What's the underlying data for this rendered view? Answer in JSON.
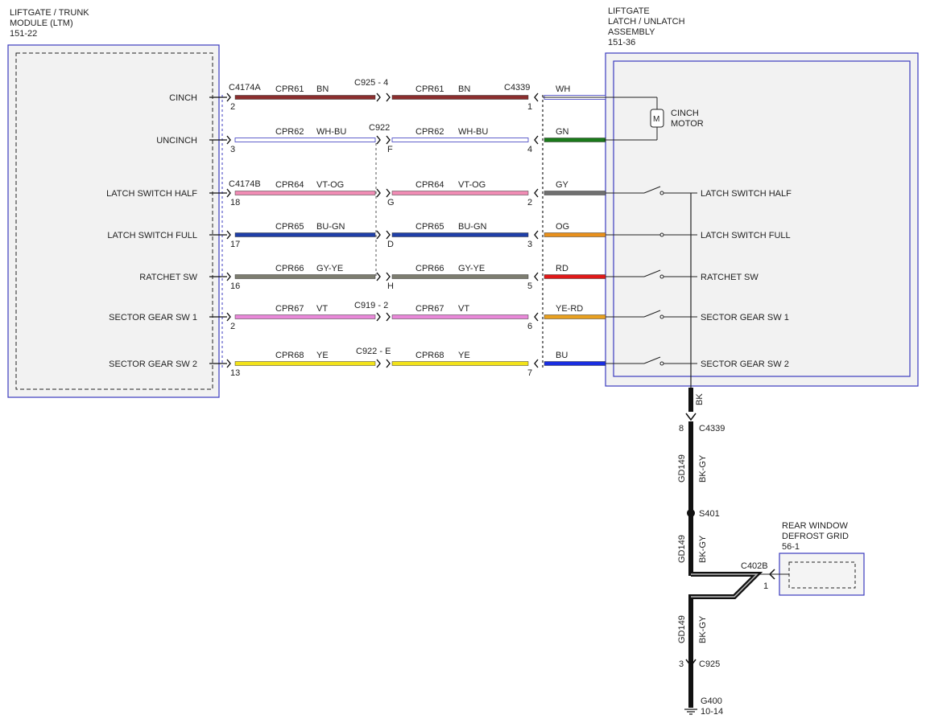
{
  "ltm": {
    "title1": "LIFTGATE / TRUNK",
    "title2": "MODULE (LTM)",
    "ref": "151-22"
  },
  "latch": {
    "title1": "LIFTGATE",
    "title2": "LATCH / UNLATCH",
    "title3": "ASSEMBLY",
    "ref": "151-36"
  },
  "defrost": {
    "title1": "REAR WINDOW",
    "title2": "DEFROST GRID",
    "ref": "56-1",
    "pin": "1",
    "connector": "C402B"
  },
  "motor": {
    "symbol": "M",
    "label1": "CINCH",
    "label2": "MOTOR"
  },
  "connectors": {
    "c4174a": "C4174A",
    "c4174b": "C4174B",
    "c925_4": "C925  - 4",
    "c922": "C922",
    "c919_2": "C919  - 2",
    "c922_e": "C922 - E",
    "c4339": "C4339"
  },
  "circuits": [
    {
      "module_label": "CINCH",
      "ltm_pin": "2",
      "circuit": "CPR61",
      "color_code": "BN",
      "inline_pin": "",
      "latch_pin": "1",
      "latch_wire": "WH",
      "switch_label": "",
      "wire_hex": "#8b2e2e",
      "latch_hex": "#ffffff"
    },
    {
      "module_label": "UNCINCH",
      "ltm_pin": "3",
      "circuit": "CPR62",
      "color_code": "WH-BU",
      "inline_pin": "F",
      "latch_pin": "4",
      "latch_wire": "GN",
      "switch_label": "",
      "wire_hex": "#ffffff",
      "latch_hex": "#1a7a1a"
    },
    {
      "module_label": "LATCH SWITCH HALF",
      "ltm_pin": "18",
      "circuit": "CPR64",
      "color_code": "VT-OG",
      "inline_pin": "G",
      "latch_pin": "2",
      "latch_wire": "GY",
      "switch_label": "LATCH SWITCH HALF",
      "wire_hex": "#f08cb4",
      "latch_hex": "#707070"
    },
    {
      "module_label": "LATCH SWITCH FULL",
      "ltm_pin": "17",
      "circuit": "CPR65",
      "color_code": "BU-GN",
      "inline_pin": "D",
      "latch_pin": "3",
      "latch_wire": "OG",
      "switch_label": "LATCH SWITCH FULL",
      "wire_hex": "#1f3fa8",
      "latch_hex": "#e8901c"
    },
    {
      "module_label": "RATCHET SW",
      "ltm_pin": "16",
      "circuit": "CPR66",
      "color_code": "GY-YE",
      "inline_pin": "H",
      "latch_pin": "5",
      "latch_wire": "RD",
      "switch_label": "RATCHET SW",
      "wire_hex": "#7d7d70",
      "latch_hex": "#e01818"
    },
    {
      "module_label": "SECTOR GEAR SW 1",
      "ltm_pin": "2",
      "circuit": "CPR67",
      "color_code": "VT",
      "inline_pin": "",
      "latch_pin": "6",
      "latch_wire": "YE-RD",
      "switch_label": "SECTOR GEAR SW 1",
      "wire_hex": "#e888d8",
      "latch_hex": "#e8a020"
    },
    {
      "module_label": "SECTOR GEAR SW 2",
      "ltm_pin": "13",
      "circuit": "CPR68",
      "color_code": "YE",
      "inline_pin": "",
      "latch_pin": "7",
      "latch_wire": "BU",
      "switch_label": "SECTOR GEAR SW 2",
      "wire_hex": "#f2e21a",
      "latch_hex": "#1a2ee0"
    }
  ],
  "ground": {
    "bk": "BK",
    "c4339_pin": "8",
    "c4339": "C4339",
    "circuit": "GD149",
    "color": "BK-GY",
    "splice": "S401",
    "c925_pin": "3",
    "c925": "C925",
    "ground_id": "G400",
    "ground_ref": "10-14"
  }
}
